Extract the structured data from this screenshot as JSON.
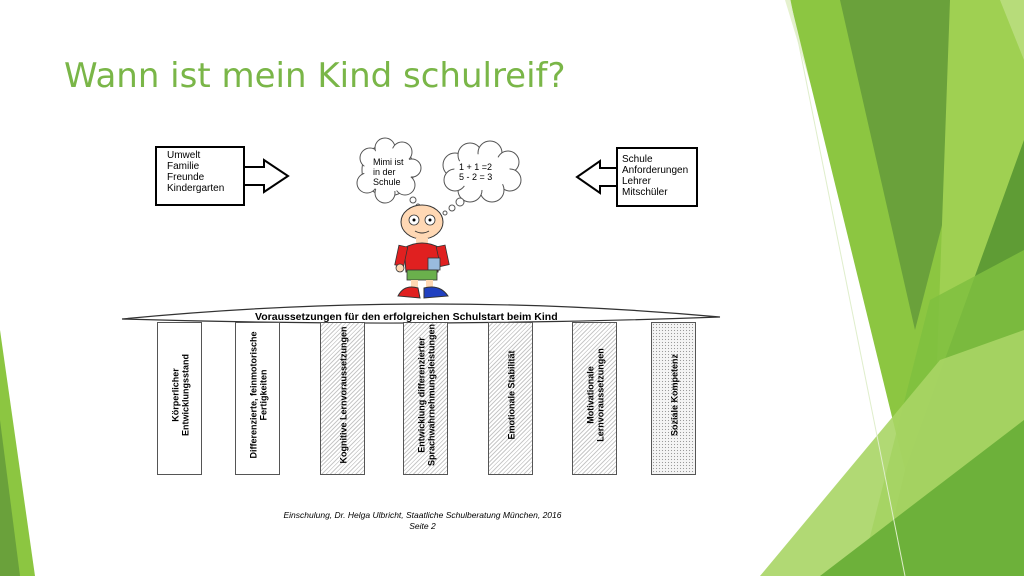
{
  "slide": {
    "title": "Wann ist mein Kind schulreif?",
    "accent_color": "#7ab648"
  },
  "diagram": {
    "left_box": [
      "Umwelt",
      "Familie",
      "Freunde",
      "Kindergarten"
    ],
    "right_box": [
      "Schule",
      "Anforderungen",
      "Lehrer",
      "Mitschüler"
    ],
    "cloud_child": [
      "Mimi ist",
      "in der",
      "Schule"
    ],
    "cloud_math": [
      "1 + 1 =2",
      "5 - 2 = 3"
    ],
    "bridge_title": "Voraussetzungen für den erfolgreichen Schulstart beim Kind",
    "pillars": [
      {
        "lines": [
          "Körperlicher",
          "Entwicklungsstand"
        ],
        "pattern": "plain"
      },
      {
        "lines": [
          "Differenzierte, feinmotorische",
          "Fertigkeiten"
        ],
        "pattern": "plain"
      },
      {
        "lines": [
          "Kognitive Lernvoraussetzungen"
        ],
        "pattern": "hatch"
      },
      {
        "lines": [
          "Entwicklung differenzierter",
          "Sprachwahrnehmungsleistungen"
        ],
        "pattern": "hatch"
      },
      {
        "lines": [
          "Emotionale Stabilität"
        ],
        "pattern": "hatch"
      },
      {
        "lines": [
          "Motivationale",
          "Lernvoraussetzungen"
        ],
        "pattern": "hatch"
      },
      {
        "lines": [
          "Soziale Kompetenz"
        ],
        "pattern": "dots"
      }
    ],
    "caption": [
      "Einschulung, Dr. Helga Ulbricht, Staatliche Schulberatung München, 2016",
      "Seite 2"
    ]
  }
}
